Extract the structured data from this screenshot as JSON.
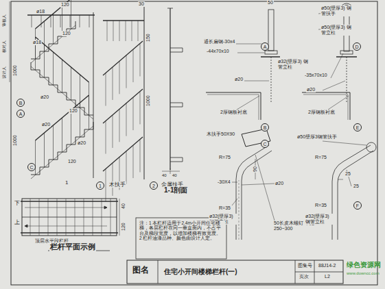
{
  "diagram": {
    "title": "住宅小开间楼梯栏杆(一)",
    "nodes": [
      {
        "text": [
          "B"
        ]
      },
      {
        "text": [
          "A"
        ]
      },
      {
        "text": [
          "C"
        ]
      },
      {
        "text": [
          "1"
        ]
      },
      {
        "text": [
          "2"
        ]
      },
      {
        "text": [
          "A"
        ]
      },
      {
        "text": [
          "D"
        ]
      },
      {
        "text": [
          "B"
        ]
      },
      {
        "text": [
          "E"
        ]
      },
      {
        "text": [
          "C"
        ]
      },
      {
        "text": [
          "F"
        ]
      }
    ],
    "labels": [
      "审核人",
      "校对人",
      "设计人",
      "ø18",
      "120",
      "ø18",
      "120",
      "1000",
      "ø20",
      "ø20",
      "120",
      "ø20",
      "1000",
      "120",
      "1",
      "木扶手",
      "30",
      "150",
      "1000",
      "金属扶手",
      "40",
      "40",
      "1-1剖面",
      "50",
      "ø50(壁厚3) 钢管扶手",
      "ø50(壁厚3) 钢管立柱",
      "通长扁钢-30x4",
      "-44x70x10",
      "ø32(壁厚3) 钢管立柱",
      "ø20",
      "-35x70x10",
      "ø20",
      "2厚钢板衬底",
      "2厚钢板衬底",
      "木扶手50X90",
      "R=75",
      "-30X4",
      "90",
      "ø20",
      "R=35",
      "ø32(壁厚3) 钢管立柱",
      "50长皮木螺钉 中距 250~300",
      "ø50壁厚3钢管扶手",
      "R=75",
      "25",
      "25",
      "R=35",
      "ø32(壁厚3) 钢管立柱",
      "下",
      "上",
      "40",
      "120",
      "顶层水平段栏杆",
      "栏杆平面示例",
      "注：1 本栏杆适用于2.4m小开间住宅楼梯，各层栏杆在同一垂直面内，不占平台及梯段宽度，以增加楼梯有效宽度。 2 栏杆油漆品种、颜色由设计人定。",
      "图名",
      "图集号",
      "88J14-2",
      "页次",
      "L2",
      "绿色资源网",
      "www.downcc.com"
    ]
  }
}
